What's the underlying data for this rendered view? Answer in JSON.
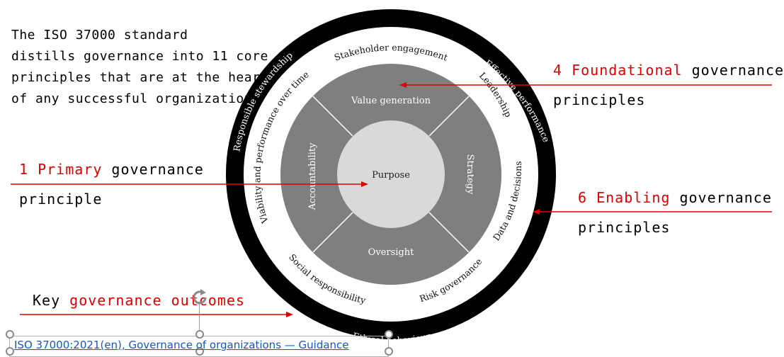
{
  "intro": {
    "line1": "The ISO 37000 standard",
    "line2": "distills governance into 11 core",
    "line3": "principles that are at the heart",
    "line4": "of any successful organization."
  },
  "callouts": {
    "foundational": {
      "highlight": "4 Foundational",
      "rest": "governance",
      "line2": "principles"
    },
    "primary": {
      "highlight": "1 Primary",
      "rest": "governance",
      "line2": "principle"
    },
    "enabling": {
      "highlight": "6 Enabling",
      "rest": "governance",
      "line2": "principles"
    },
    "outcomes": {
      "prefix": "Key",
      "highlight": "governance outcomes"
    }
  },
  "diagram": {
    "center": "Purpose",
    "foundational": [
      "Value generation",
      "Strategy",
      "Oversight",
      "Accountability"
    ],
    "enabling": [
      "Leadership",
      "Data and decisions",
      "Risk governance",
      "Social responsibility",
      "Viability and performance over time",
      "Stakeholder engagement"
    ],
    "outcomes": [
      "Effective performance",
      "Ethical behaviour",
      "Responsible stewardship"
    ]
  },
  "source": {
    "link_text": "ISO 37000:2021(en), Governance of organizations — Guidance"
  },
  "colors": {
    "accent_red": "#e00000",
    "ring_black": "#000000",
    "quadrant_gray": "#7f7f7f",
    "center_gray": "#d9d9d9",
    "link_blue": "#1a55c4"
  }
}
